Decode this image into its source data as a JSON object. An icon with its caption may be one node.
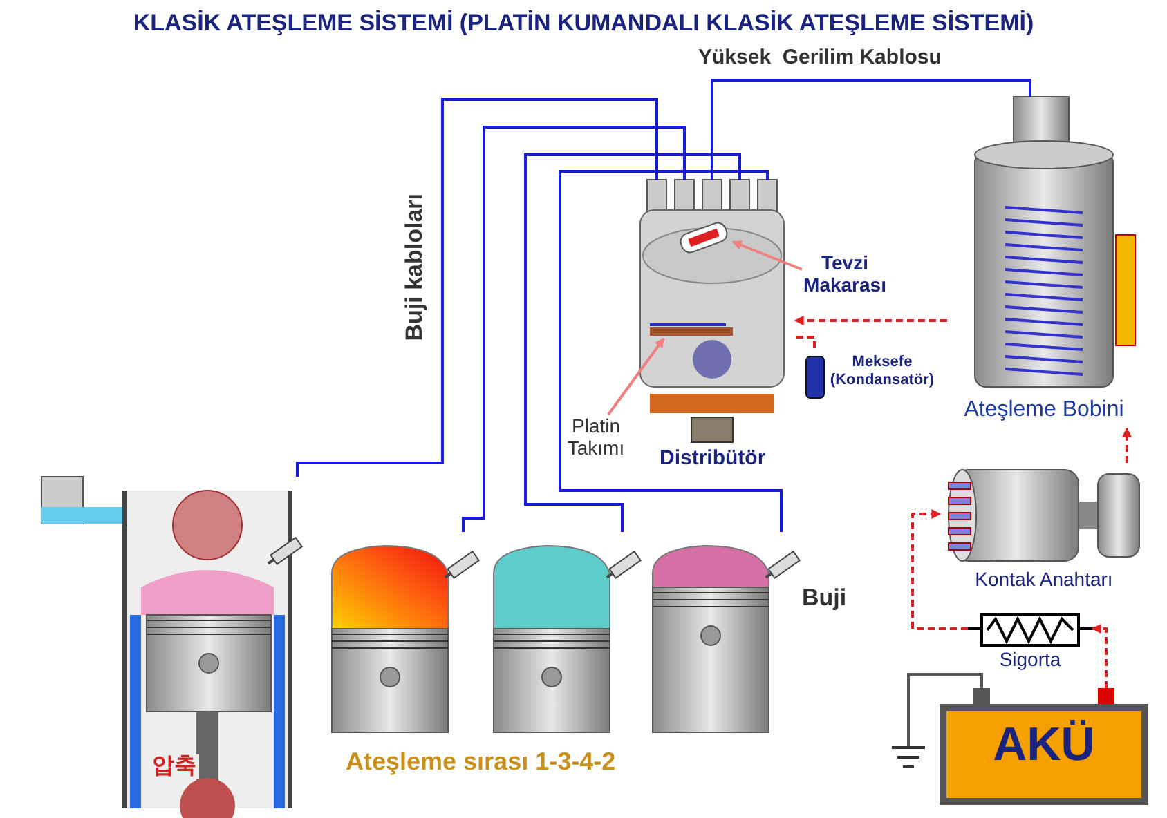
{
  "diagram": {
    "title": "KLASİK ATEŞLEME SİSTEMİ (PLATİN KUMANDALI KLASİK ATEŞLEME SİSTEMİ)",
    "nodes": [
      {
        "text": [
          "Ateşleme Bobini"
        ]
      },
      {
        "text": [
          "Distribütör"
        ]
      },
      {
        "text": [
          "Tevzi Makarası"
        ]
      },
      {
        "text": [],
        "shape": "picture",
        "in": 1
      },
      {
        "text": [
          "Platin Takımı"
        ]
      },
      {
        "text": [],
        "shape": "bar",
        "in": 1
      },
      {
        "text": [
          "Meksefe (Kondansatör)"
        ]
      },
      {
        "text": [
          "Kontak Anahtarı"
        ]
      },
      {
        "text": [
          "Sigorta"
        ]
      },
      {
        "text": [
          "AKÜ"
        ]
      },
      {
        "text": [],
        "shape": "picture"
      },
      {
        "text": [],
        "shape": "picture"
      },
      {
        "text": [],
        "shape": "picture"
      },
      {
        "text": [],
        "shape": "picture"
      },
      {
        "text": [],
        "shape": "picture",
        "beside": [
          "Buji"
        ]
      }
    ],
    "edges": [
      {
        "from": 0,
        "to": 1,
        "arrow": "none",
        "label": "Yüksek  Gerilim Kablosu"
      },
      {
        "from": 1,
        "to": 11,
        "arrow": "none"
      },
      {
        "from": 1,
        "to": 12,
        "arrow": "none"
      },
      {
        "from": 1,
        "to": 13,
        "arrow": "none"
      },
      {
        "from": 1,
        "to": 14,
        "arrow": "none"
      },
      {
        "from": 2,
        "to": 3,
        "arrow": "to",
        "color": "#f08080"
      },
      {
        "from": 4,
        "to": 5,
        "arrow": "to",
        "color": "#f08080"
      },
      {
        "from": 9,
        "to": 8,
        "arrow": "to",
        "style": "dashed",
        "color": "#e02020"
      },
      {
        "from": 8,
        "to": 7,
        "arrow": "to",
        "style": "dashed",
        "color": "#e02020"
      },
      {
        "from": 7,
        "to": 0,
        "arrow": "to",
        "style": "dashed",
        "color": "#e02020"
      },
      {
        "from": 0,
        "to": 1,
        "arrow": "to",
        "style": "dashed",
        "color": "#e02020"
      },
      {
        "from": 6,
        "to": 1,
        "arrow": "none",
        "style": "dashed",
        "color": "#e02020"
      },
      {
        "from": 9,
        "to": 10,
        "arrow": "none",
        "color": "#555555"
      }
    ],
    "labels": [
      "Buji kabloları",
      "압축",
      "Ateşleme sırası 1-3-4-2"
    ]
  }
}
